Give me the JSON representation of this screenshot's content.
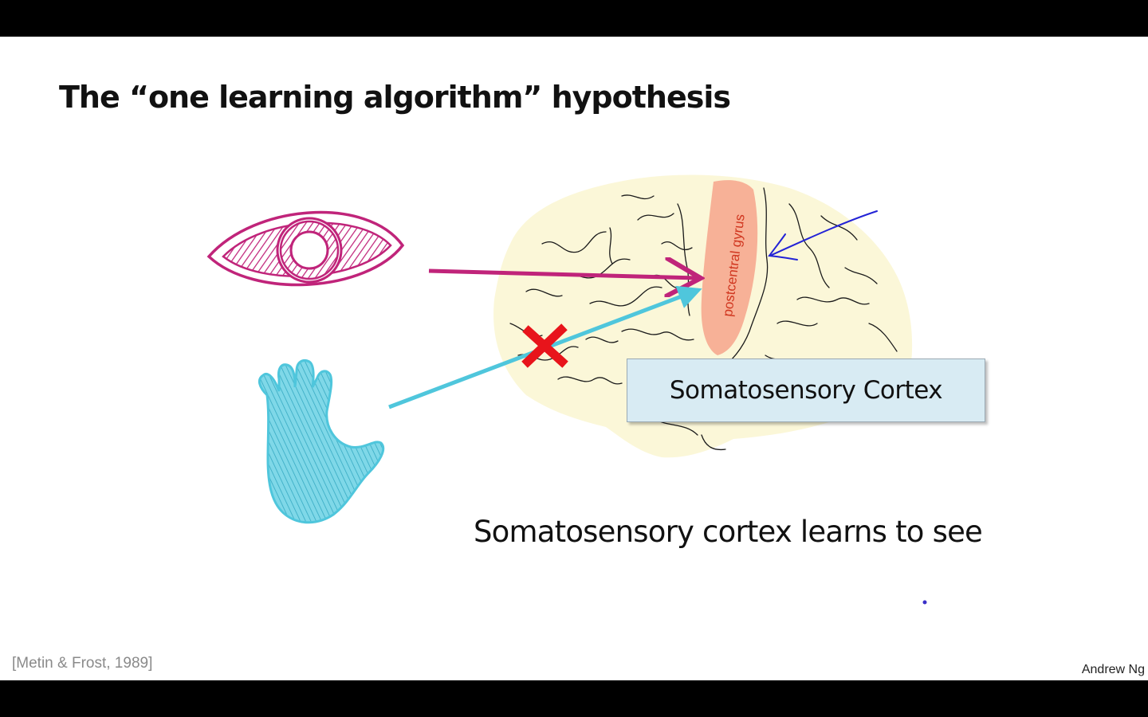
{
  "slide": {
    "title": "The “one learning algorithm” hypothesis",
    "gyrus_label": "postcentral gyrus",
    "box_label": "Somatosensory Cortex",
    "caption": "Somatosensory cortex learns to see",
    "citation": "[Metin & Frost, 1989]",
    "author": "Andrew Ng"
  },
  "icons": {
    "eye": "eye-icon",
    "hand": "hand-icon",
    "brain": "brain-illustration",
    "cross": "red-x-icon"
  },
  "colors": {
    "eye": "#c0247a",
    "hand": "#4fc6dc",
    "cross": "#e8141b",
    "pen_arrow": "#2323d6",
    "brain_fill": "#fbf7d8",
    "gyrus": "#f6a58c",
    "box_fill": "#d8ebf3"
  }
}
